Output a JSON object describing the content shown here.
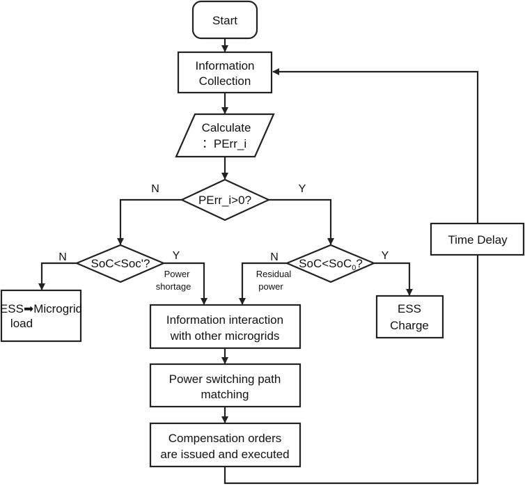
{
  "nodes": {
    "start": "Start",
    "info_collection": [
      "Information",
      "Collection"
    ],
    "calculate": [
      "Calculate",
      "：PErr_i"
    ],
    "perr_decision": "PErr_i>0?",
    "soc_decision_left": "SoC<Soc'?",
    "soc_decision_right": {
      "prefix": "SoC<SoC",
      "sub": "0",
      "suffix": "?"
    },
    "ess_to_load": {
      "ess": "ESS",
      "arrow": "➡",
      "rest": "Microgrid",
      "line2": "load"
    },
    "info_interaction": [
      "Information interaction",
      "with other microgrids"
    ],
    "ess_charge": [
      "ESS",
      "Charge"
    ],
    "power_switching": [
      "Power switching path",
      "matching"
    ],
    "compensation": [
      "Compensation orders",
      "are issued and executed"
    ],
    "time_delay": "Time Delay"
  },
  "labels": {
    "perr_no": "N",
    "perr_yes": "Y",
    "left_no": "N",
    "left_yes": "Y",
    "right_no": "N",
    "right_yes": "Y",
    "power_shortage": [
      "Power",
      "shortage"
    ],
    "residual_power": [
      "Residual",
      "power"
    ]
  }
}
